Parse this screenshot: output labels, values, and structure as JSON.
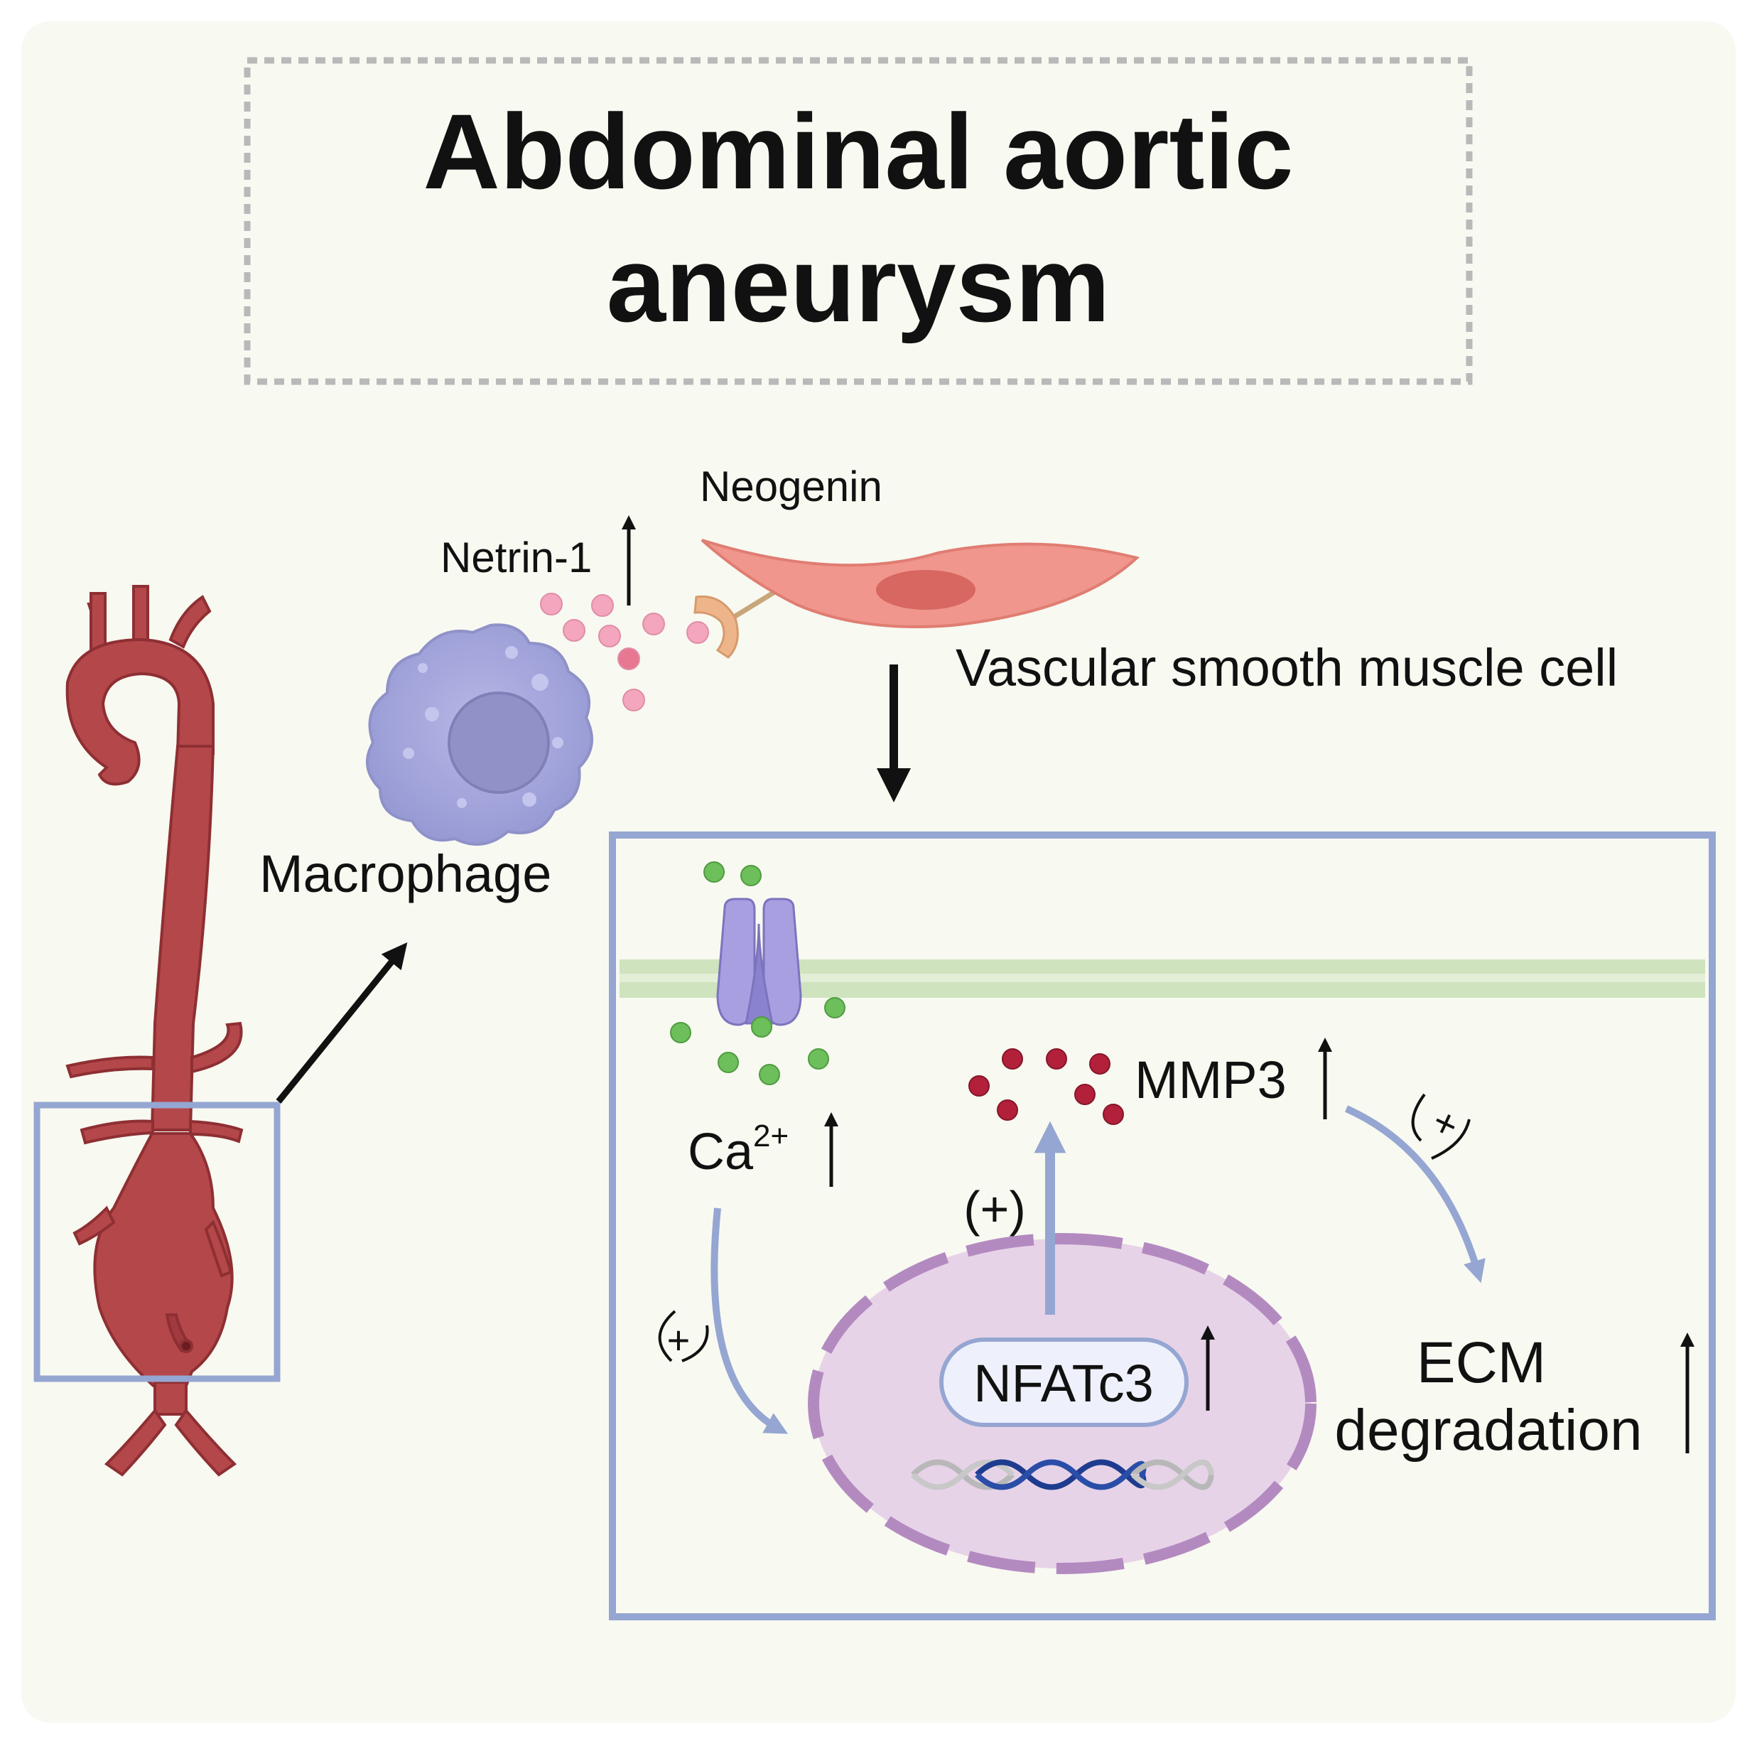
{
  "title": {
    "line1": "Abdominal aortic",
    "line2": "aneurysm"
  },
  "labels": {
    "neogenin": "Neogenin",
    "netrin": "Netrin-1",
    "vsmc": "Vascular smooth muscle cell",
    "macrophage": "Macrophage",
    "mmp3": "MMP3",
    "calcium_base": "Ca",
    "calcium_sup": "2+",
    "nfatc3": "NFATc3",
    "ecm_line1": "ECM",
    "ecm_line2": "degradation",
    "plus_top": "(+)",
    "plus_left": "+",
    "plus_right": "+"
  },
  "colors": {
    "background": "#f8f9f1",
    "frame_blue": "#95a6d2",
    "aorta_red": "#b4474a",
    "macrophage_purple": "#a5a7dc",
    "vsmc_pink": "#f0968c",
    "membrane_green": "#cfe3bf",
    "channel_purple": "#9a93d6",
    "calcium_green": "#6cbf5a",
    "mmp3_red": "#b3203a",
    "nucleus_fill": "#e7d3e8",
    "nucleus_edge": "#b38ac0",
    "dna_blue": "#1e3c8f"
  },
  "icons": [
    "aorta-illustration",
    "macrophage-cell",
    "smooth-muscle-cell",
    "neogenin-receptor",
    "calcium-channel",
    "dna-helix",
    "up-arrow-icon"
  ]
}
